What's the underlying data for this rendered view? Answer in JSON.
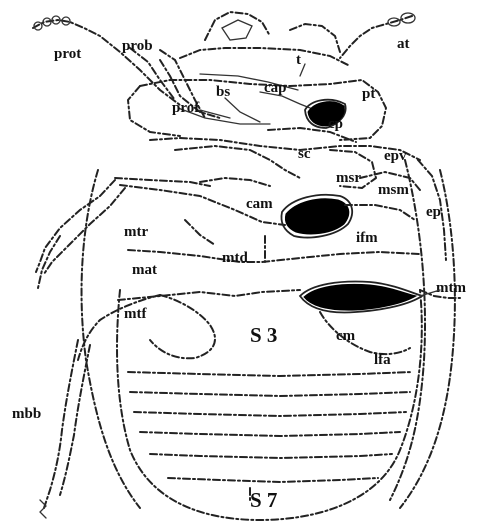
{
  "labels": {
    "prot": "prot",
    "prob": "prob",
    "at": "at",
    "t": "t",
    "cap": "cap",
    "pt": "pt",
    "bs": "bs",
    "prof": "prof",
    "cp": "cp",
    "sc": "sc",
    "epv": "epv",
    "msr": "msr",
    "msm": "msm",
    "cam": "cam",
    "ep": "ep",
    "mtr": "mtr",
    "ifm": "ifm",
    "mtd": "mtd",
    "mat": "mat",
    "mtm": "mtm",
    "mtf": "mtf",
    "s3": "S 3",
    "cm": "cm",
    "lfa": "lfa",
    "mbb": "mbb",
    "s7": "S 7"
  },
  "colors": {
    "ink": "#111111",
    "background": "#ffffff"
  }
}
